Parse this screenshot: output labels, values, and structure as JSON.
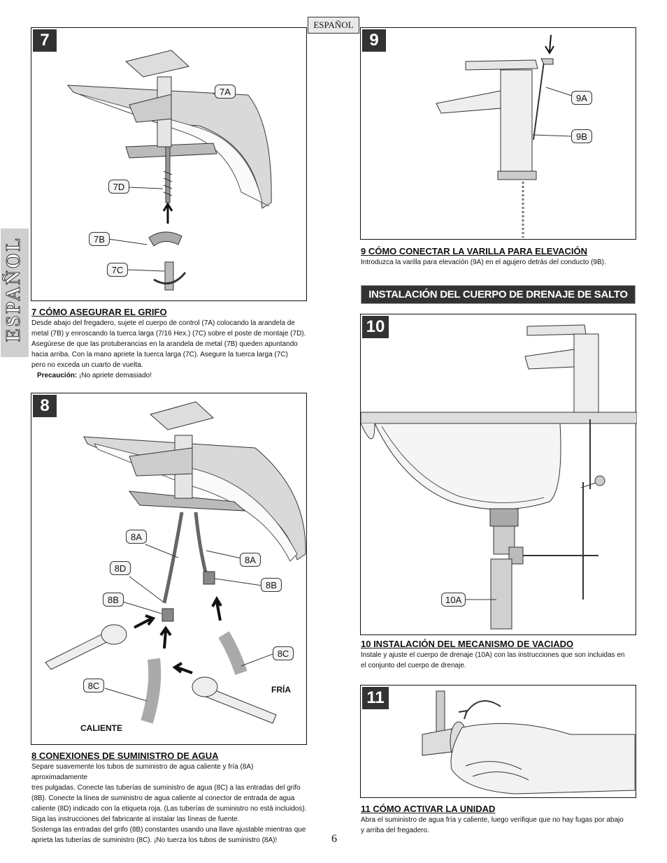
{
  "header": {
    "language_tab": "ESPAÑOL",
    "side_tab": "ESPAÑOL"
  },
  "step7": {
    "number": "7",
    "callouts": {
      "a": "7A",
      "b": "7B",
      "c": "7C",
      "d": "7D"
    },
    "title": "7  CÓMO ASEGURAR EL GRIFO",
    "body_lines": [
      "Desde abajo del fregadero, sujete el cuerpo de control (7A) colocando la arandela de",
      "metal (7B) y enroscando la tuerca larga (7/16 Hex.) (7C) sobre el poste de montaje (7D).",
      "Asegúrese de que las protuberancias en la arandela de metal (7B) queden apuntando",
      "hacia arriba. Con la mano apriete la tuerca larga (7C). Asegure la tuerca larga (7C)",
      "pero no exceda un cuarto de vuelta."
    ],
    "caution_label": "Precaución:",
    "caution_text": " ¡No apriete demasiado!"
  },
  "step8": {
    "number": "8",
    "callouts": {
      "a1": "8A",
      "a2": "8A",
      "d": "8D",
      "b1": "8B",
      "b2": "8B",
      "c1": "8C",
      "c2": "8C"
    },
    "label_hot": "CALIENTE",
    "label_cold": "FRÍA",
    "title": "8  CONEXIONES DE SUMINISTRO DE AGUA",
    "body_lines": [
      "Separe suavemente los tubos de suministro de agua caliente y fría (8A) aproximadamente",
      "tres pulgadas. Conecte las tuberías de suministro de agua (8C) a las entradas del grifo",
      "(8B). Conecte la línea de suministro de agua caliente al conector de entrada de agua",
      "caliente (8D) indicado con la etiqueta roja. (Las tuberías de suministro no está incluidos).",
      "Siga las instrucciones del fabricante al instalar las líneas de fuente.",
      "Sostenga las entradas del grifo (8B) constantes usando una llave ajustable mientras que",
      "aprieta las  tuberías de suministro (8C).  ¡No tuerza los tubos de suministro (8A)!"
    ]
  },
  "step9": {
    "number": "9",
    "callouts": {
      "a": "9A",
      "b": "9B"
    },
    "title": "9  CÓMO CONECTAR LA VARILLA PARA ELEVACIÓN",
    "body_lines": [
      "Introduzca la varilla para elevación (9A) en el agujero detrás del conducto (9B)."
    ]
  },
  "section_banner": "INSTALACIÓN DEL CUERPO DE DRENAJE DE SALTO",
  "step10": {
    "number": "10",
    "callouts": {
      "a": "10A"
    },
    "title": "10  INSTALACIÓN DEL MECANISMO DE VACIADO",
    "body_lines": [
      "Instale y ajuste el cuerpo de drenaje (10A) con las instrucciones que son incluidas en",
      "el conjunto del cuerpo de drenaje."
    ]
  },
  "step11": {
    "number": "11",
    "title": "11  CÓMO ACTIVAR LA UNIDAD",
    "body_lines": [
      "Abra el suministro de agua fría y caliente, luego verifique que no hay fugas por abajo",
      "y arriba del fregadero."
    ]
  },
  "footer": {
    "page_number": "6"
  }
}
